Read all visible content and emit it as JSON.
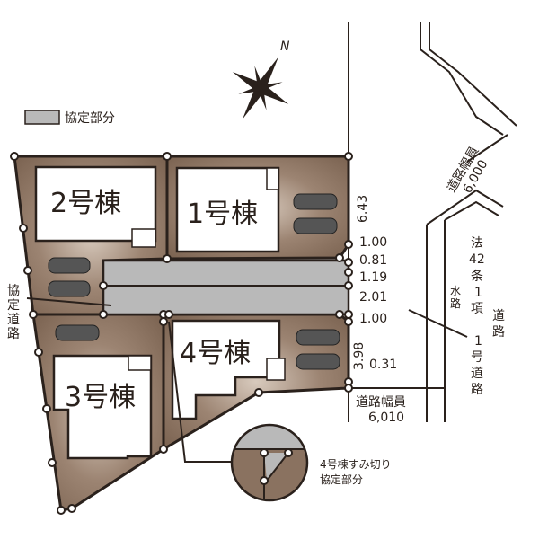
{
  "legend": {
    "label": "協定部分",
    "color": "#b9b9b9"
  },
  "compass": {
    "label": "N"
  },
  "buildings": [
    {
      "label": "1号棟"
    },
    {
      "label": "2号棟"
    },
    {
      "label": "3号棟"
    },
    {
      "label": "4号棟"
    }
  ],
  "private_road_label": [
    "協",
    "定",
    "道",
    "路"
  ],
  "dimensions": {
    "d643": "6.43",
    "d100a": "1.00",
    "d081": "0.81",
    "d119": "1.19",
    "d201": "2.01",
    "d100b": "1.00",
    "d398": "3.98",
    "d031": "0.31"
  },
  "road_bottom": {
    "label": "道路幅員",
    "width": "6,010"
  },
  "road_top": {
    "label": "道路幅員",
    "width": "6,000"
  },
  "waterway": [
    "水",
    "路"
  ],
  "law_road_col1": [
    "法",
    "42",
    "条",
    "1",
    "項",
    "1",
    "号",
    "道",
    "路"
  ],
  "law_road_col2": [
    "道",
    "路"
  ],
  "corner_note": {
    "line1": "4号棟すみ切り",
    "line2": "協定部分"
  },
  "colors": {
    "lot": "#8a7260",
    "lot_light": "#c9b8a8",
    "agreement": "#b9b9b9"
  }
}
